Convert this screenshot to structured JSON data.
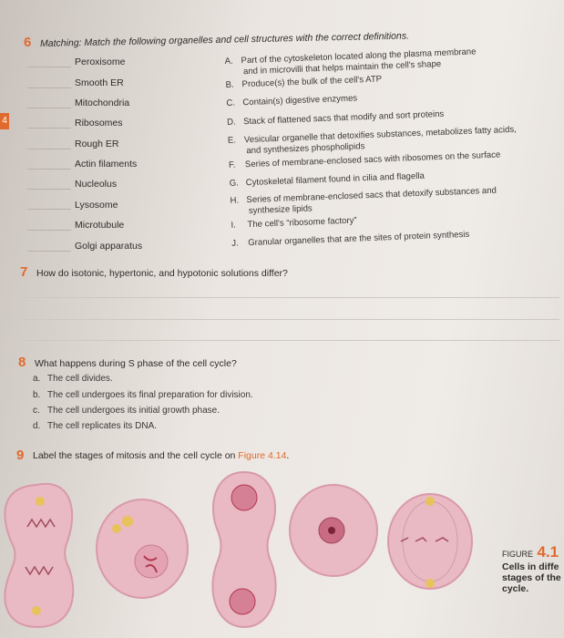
{
  "tab": {
    "label": "4"
  },
  "q6": {
    "number": "6",
    "title": "Matching: Match the following organelles and cell structures with the correct definitions.",
    "terms": [
      "Peroxisome",
      "Smooth ER",
      "Mitochondria",
      "Ribosomes",
      "Rough ER",
      "Actin filaments",
      "Nucleolus",
      "Lysosome",
      "Microtubule",
      "Golgi apparatus"
    ],
    "definitions": [
      {
        "key": "A.",
        "text": "Part of the cytoskeleton located along the plasma membrane",
        "cont": "and in microvilli that helps maintain the cell's shape"
      },
      {
        "key": "B.",
        "text": "Produce(s) the bulk of the cell's ATP"
      },
      {
        "key": "C.",
        "text": "Contain(s) digestive enzymes"
      },
      {
        "key": "D.",
        "text": "Stack of flattened sacs that modify and sort proteins"
      },
      {
        "key": "E.",
        "text": "Vesicular organelle that detoxifies substances, metabolizes fatty acids,",
        "cont": "and synthesizes phospholipids"
      },
      {
        "key": "F.",
        "text": "Series of membrane-enclosed sacs with ribosomes on the surface"
      },
      {
        "key": "G.",
        "text": "Cytoskeletal filament found in cilia and flagella"
      },
      {
        "key": "H.",
        "text": "Series of membrane-enclosed sacs that detoxify substances and",
        "cont": "synthesize lipids"
      },
      {
        "key": "I.",
        "text": "The cell's “ribosome factory”"
      },
      {
        "key": "J.",
        "text": "Granular organelles that are the sites of protein synthesis"
      }
    ]
  },
  "q7": {
    "number": "7",
    "text": "How do isotonic, hypertonic, and hypotonic solutions differ?"
  },
  "q8": {
    "number": "8",
    "text": "What happens during S phase of the cell cycle?",
    "options": [
      {
        "key": "a.",
        "text": "The cell divides."
      },
      {
        "key": "b.",
        "text": "The cell undergoes its final preparation for division."
      },
      {
        "key": "c.",
        "text": "The cell undergoes its initial growth phase."
      },
      {
        "key": "d.",
        "text": "The cell replicates its DNA."
      }
    ]
  },
  "q9": {
    "number": "9",
    "text_before": "Label the stages of mitosis and the cell cycle on ",
    "figure_ref": "Figure 4.14",
    "text_after": "."
  },
  "figure": {
    "label": "FIGURE",
    "number": "4.1",
    "caption_lines": [
      "Cells in diffe",
      "stages of the",
      "cycle."
    ]
  },
  "colors": {
    "accent": "#e06a2e",
    "cell_fill": "#e9b9c4",
    "cell_outline": "#d89aaa",
    "chromosome": "#b2384f",
    "centrosome": "#e8c25a"
  }
}
